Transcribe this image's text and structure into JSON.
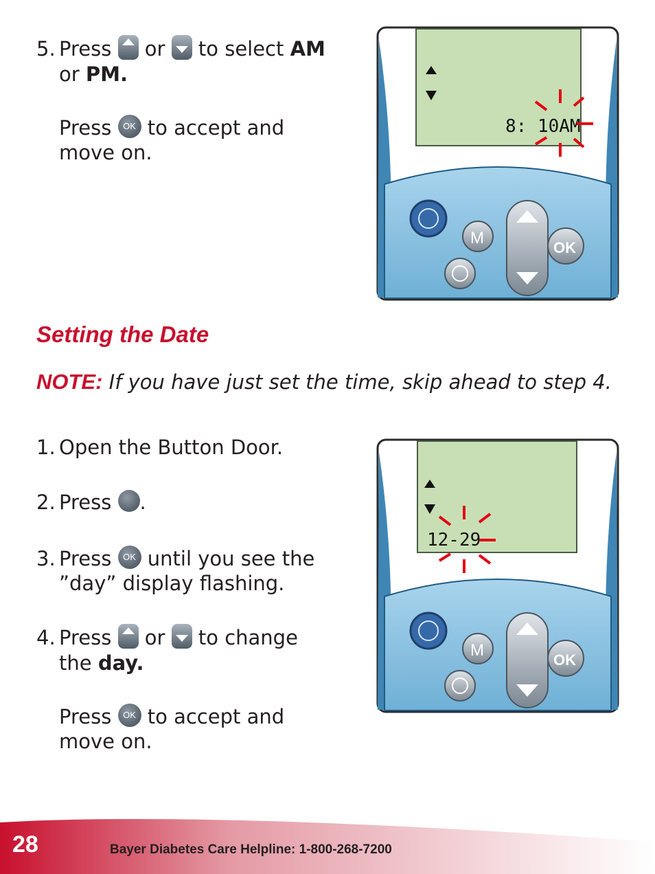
{
  "step5": {
    "num": "5.",
    "press1": "Press ",
    "or1": " or ",
    "to_select": " to select ",
    "am": "AM",
    "or2": "or ",
    "pm": "PM.",
    "press2": "Press ",
    "accept": " to accept and",
    "move_on": "move on."
  },
  "icons": {
    "ok_label": "OK"
  },
  "section": {
    "heading": "Setting the Date",
    "note_label": "NOTE:",
    "note_text": " If you have just set the time, skip ahead to step 4."
  },
  "steps": {
    "s1_num": "1.",
    "s1_text": "Open the Button Door.",
    "s2_num": "2.",
    "s2_press": "Press ",
    "s2_end": ".",
    "s3_num": "3.",
    "s3_press": "Press ",
    "s3_rest": " until you see the",
    "s3_line2": "”day” display flashing.",
    "s4_num": "4.",
    "s4_press": "Press ",
    "s4_or": " or ",
    "s4_change": " to change",
    "s4_the": "the ",
    "s4_day": "day.",
    "s4_press2": "Press ",
    "s4_accept": " to accept and",
    "s4_move": "move on."
  },
  "device1": {
    "display": "8: 10AM"
  },
  "device2": {
    "display": "12-29"
  },
  "footer": {
    "page_number": "28",
    "helpline": "Bayer Diabetes Care Helpline: 1-800-268-7200"
  },
  "colors": {
    "accent": "#c8102e",
    "lcd": "#c8dfb5",
    "device_blue": "#8fc6e3"
  }
}
